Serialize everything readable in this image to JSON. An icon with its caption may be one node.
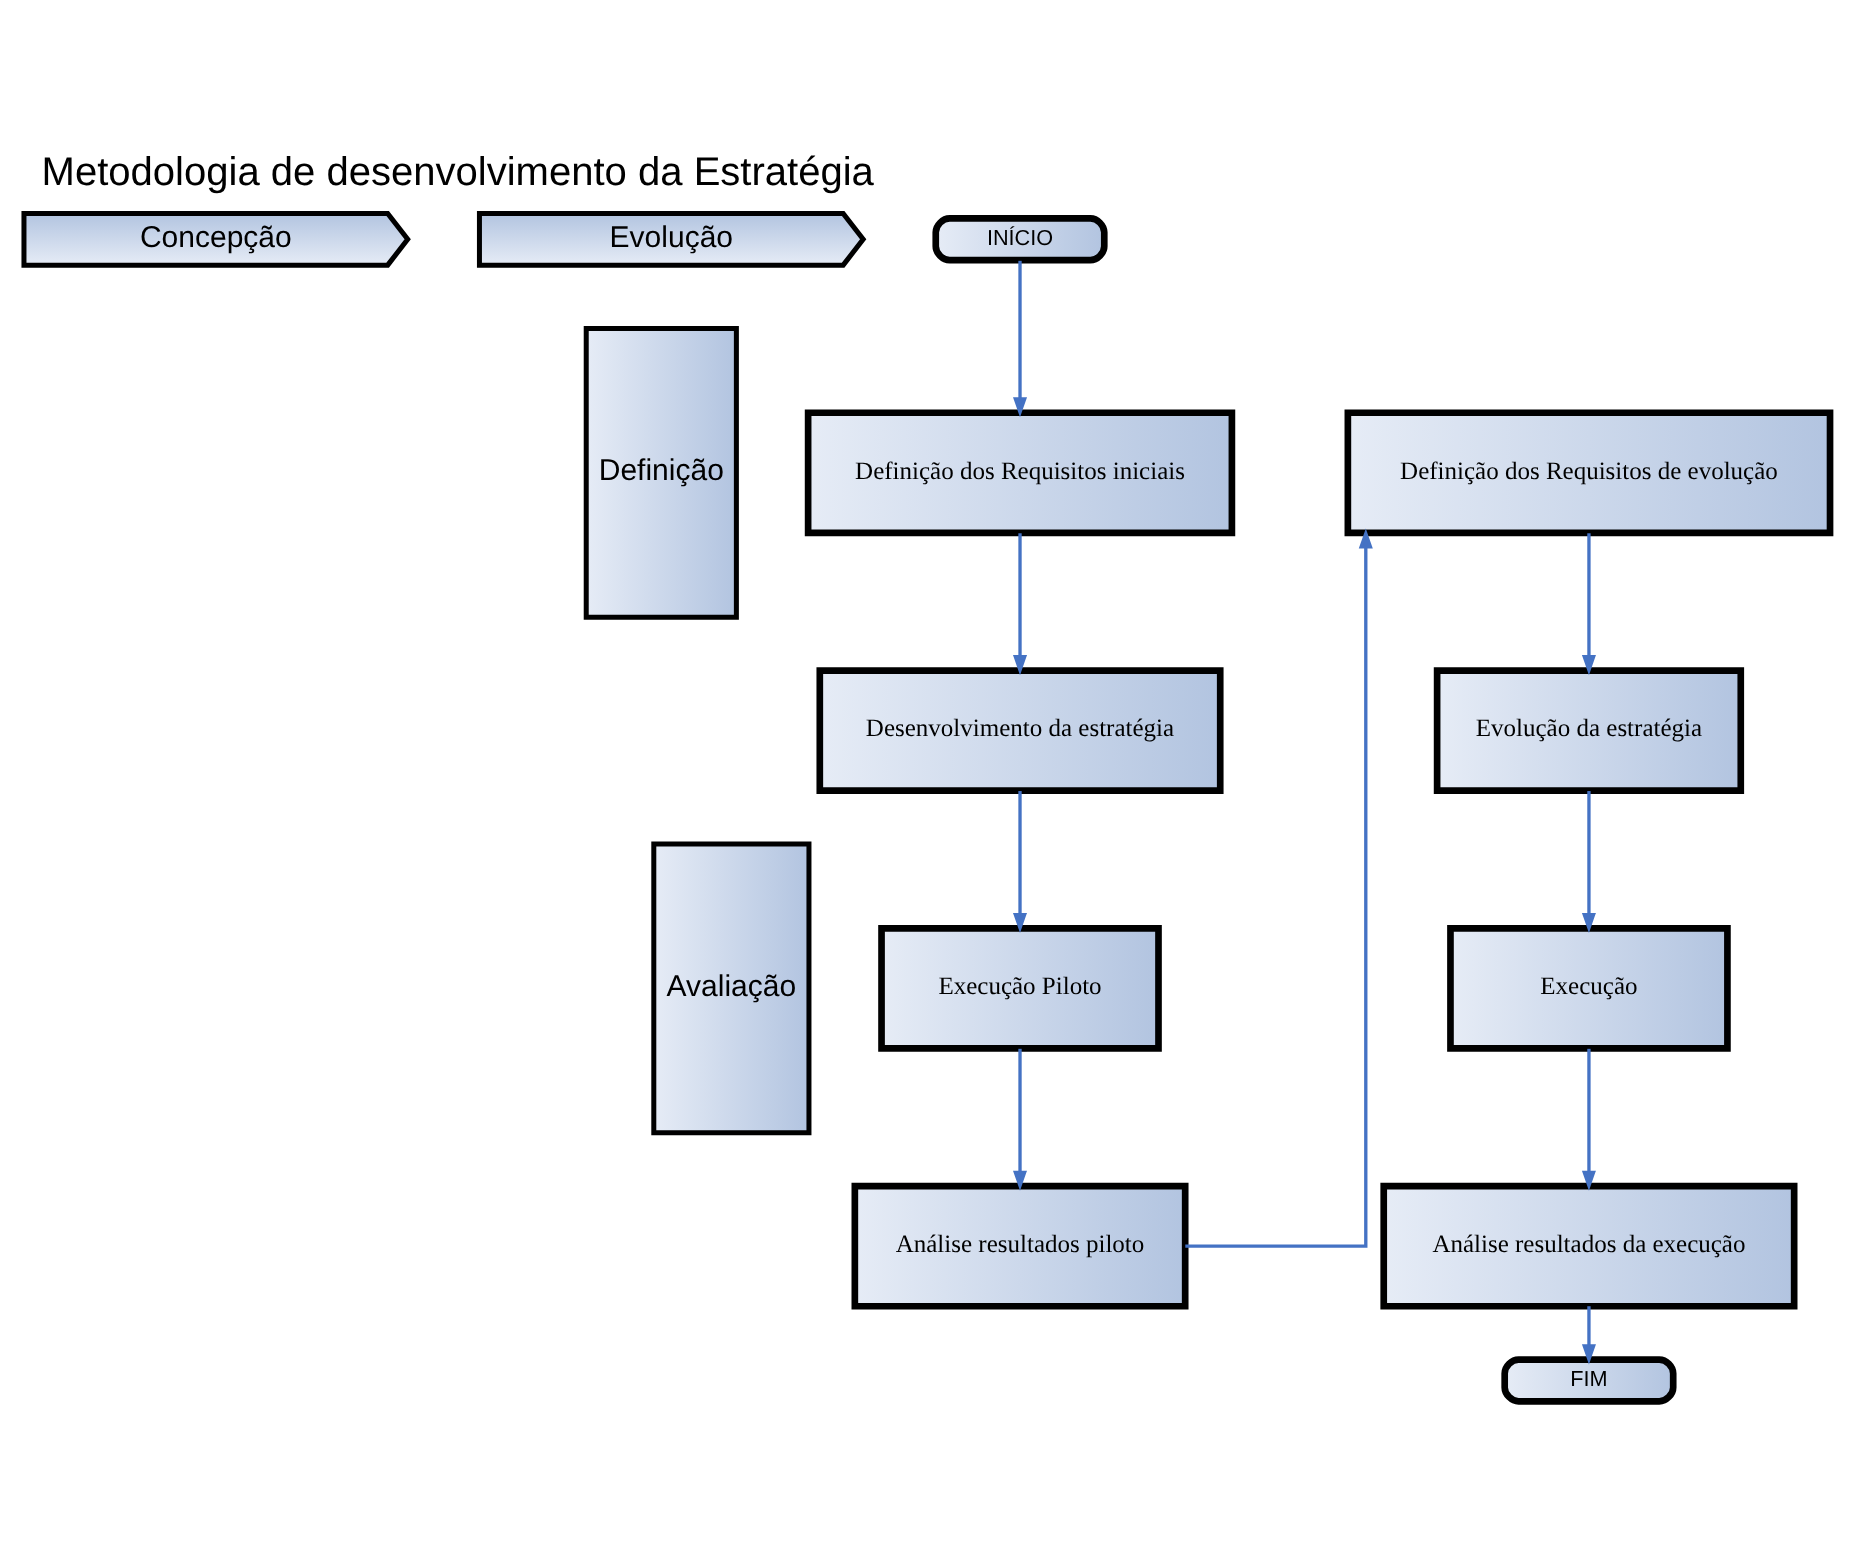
{
  "diagram": {
    "title": "Metodologia de desenvolvimento da Estratégia",
    "nodes": [
      {
        "text": [
          "Concepção"
        ]
      },
      {
        "text": [
          "Evolução"
        ]
      },
      {
        "text": [
          "Definição"
        ]
      },
      {
        "text": [
          "Avaliação"
        ]
      },
      {
        "text": [
          "INÍCIO"
        ]
      },
      {
        "text": [
          "Definição dos Requisitos iniciais"
        ]
      },
      {
        "text": [
          "Desenvolvimento da estratégia"
        ]
      },
      {
        "text": [
          "Execução Piloto"
        ]
      },
      {
        "text": [
          "Análise resultados piloto"
        ]
      },
      {
        "text": [
          "Definição dos Requisitos de evolução"
        ]
      },
      {
        "text": [
          "Evolução da estratégia"
        ]
      },
      {
        "text": [
          "Execução"
        ]
      },
      {
        "text": [
          "Análise resultados da execução"
        ]
      },
      {
        "text": [
          "FIM"
        ]
      }
    ],
    "edges": [
      {
        "from": 4,
        "to": 5,
        "arrow": "to"
      },
      {
        "from": 5,
        "to": 6,
        "arrow": "to"
      },
      {
        "from": 6,
        "to": 7,
        "arrow": "to"
      },
      {
        "from": 7,
        "to": 8,
        "arrow": "to"
      },
      {
        "from": 8,
        "to": 9,
        "arrow": "to"
      },
      {
        "from": 9,
        "to": 10,
        "arrow": "to"
      },
      {
        "from": 10,
        "to": 11,
        "arrow": "to"
      },
      {
        "from": 11,
        "to": 12,
        "arrow": "to"
      },
      {
        "from": 12,
        "to": 13,
        "arrow": "to"
      }
    ]
  }
}
